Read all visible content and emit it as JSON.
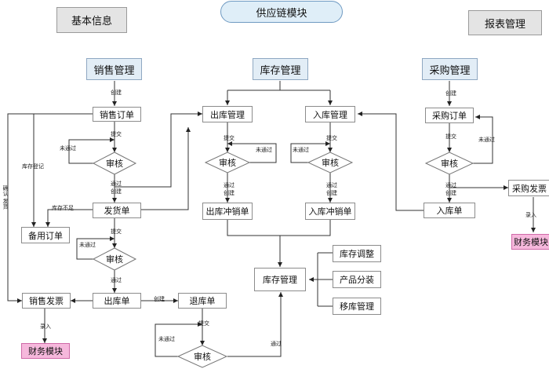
{
  "top": {
    "title": "供应链模块",
    "basic_info": "基本信息",
    "report_mgmt": "报表管理"
  },
  "sales": {
    "header": "销售管理",
    "order": "销售订单",
    "review": "审核",
    "ship_order": "发货单",
    "review2": "审核",
    "outbound": "出库单",
    "invoice": "销售发票",
    "backup_order": "备用订单",
    "finance": "财务模块",
    "return_order": "退库单",
    "review3": "审核"
  },
  "inventory": {
    "header": "库存管理",
    "out_mgmt": "出库管理",
    "in_mgmt": "入库管理",
    "out_review": "审核",
    "in_review": "审核",
    "out_reverse": "出库冲销单",
    "in_reverse": "入库冲销单",
    "center": "库存管理",
    "adjust": "库存调整",
    "assembly": "产品分装",
    "transfer": "移库管理"
  },
  "purchase": {
    "header": "采购管理",
    "order": "采购订单",
    "review": "审核",
    "receipt": "入库单",
    "invoice": "采购发票",
    "finance": "财务模块"
  },
  "labels": {
    "create": "创建",
    "submit": "提交",
    "rejected": "未通过",
    "passed": "通过",
    "passed_create": "通过\n创建",
    "stock_register": "库存登记",
    "confirm_ship": "确认\n发货",
    "shortage": "库存不足",
    "entry": "录入"
  }
}
